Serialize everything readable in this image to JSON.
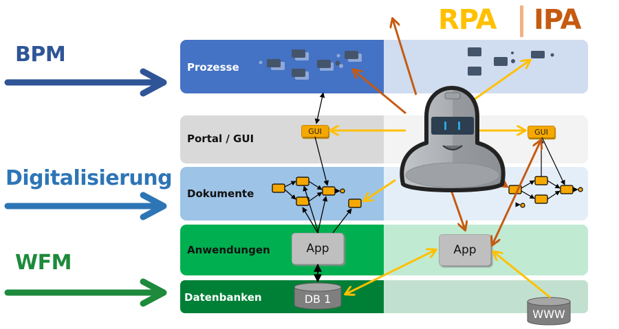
{
  "title": {
    "rpa": "RPA",
    "separator": "|",
    "ipa": "IPA",
    "colors": {
      "rpa": "#ffc000",
      "separator": "#f4b183",
      "ipa": "#c55a11"
    }
  },
  "side_labels": [
    {
      "id": "bpm",
      "label": "BPM",
      "color": "#2f5597"
    },
    {
      "id": "digitalisierung",
      "label": "Digitalisierung",
      "color": "#2e75b6"
    },
    {
      "id": "wfm",
      "label": "WFM",
      "color": "#1e8a3c"
    }
  ],
  "layers": [
    {
      "id": "prozesse",
      "label": "Prozesse",
      "left_color": "#4472c4",
      "right_color": "#d0dcef",
      "label_color": "#ffffff"
    },
    {
      "id": "portal",
      "label": "Portal / GUI",
      "left_color": "#d9d9d9",
      "right_color": "#f3f3f3",
      "label_color": "#111111"
    },
    {
      "id": "dokumente",
      "label": "Dokumente",
      "left_color": "#9dc3e6",
      "right_color": "#e4eef8",
      "label_color": "#111111"
    },
    {
      "id": "anwendungen",
      "label": "Anwendungen",
      "left_color": "#00b050",
      "right_color": "#c1ead3",
      "label_color": "#111111"
    },
    {
      "id": "datenbanken",
      "label": "Datenbanken",
      "left_color": "#008037",
      "right_color": "#c2e0cf",
      "label_color": "#ffffff"
    }
  ],
  "nodes": {
    "gui_left": "GUI",
    "gui_right": "GUI",
    "app_left": "App",
    "app_right": "App",
    "db1": "DB 1",
    "www": "WWW"
  },
  "connector_colors": {
    "rpa": "#ffc000",
    "ipa": "#c55a11",
    "internal": "#000000"
  },
  "robot": {
    "name": "robot-avatar",
    "eye_color": "#29a8e0"
  }
}
